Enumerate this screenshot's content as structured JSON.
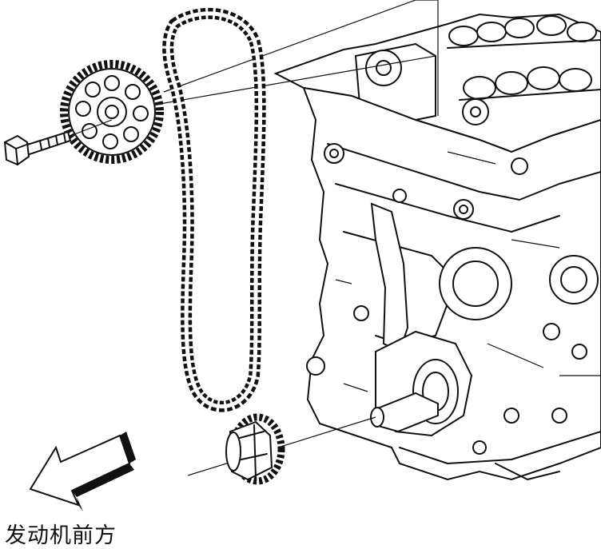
{
  "caption": "发动机前方",
  "parts": {
    "camshaft_sprocket": "camshaft-sprocket",
    "sprocket_bolt": "sprocket-bolt",
    "timing_chain": "timing-chain",
    "crankshaft_sprocket": "crankshaft-sprocket",
    "engine_block": "engine-block",
    "direction_arrow": "engine-front-direction-arrow"
  }
}
